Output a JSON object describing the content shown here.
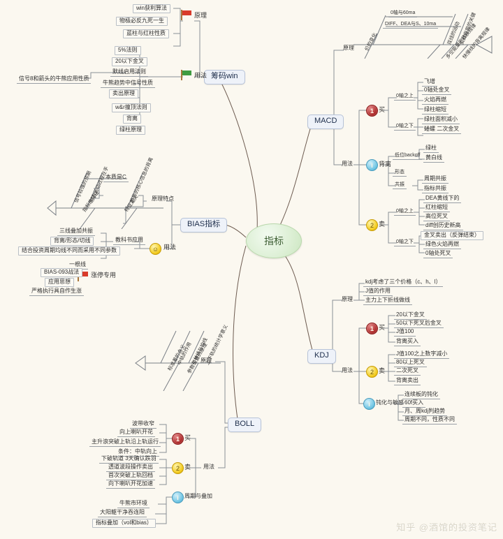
{
  "center": {
    "label": "指标"
  },
  "watermark": "知乎 @酒馆的投资笔记",
  "branches": {
    "chips_win": {
      "label": "筹码win",
      "principle_label": "原理",
      "usage_label": "用法",
      "principle_items": [
        "win获利算法",
        "物极必反九死一生",
        "蓝柱与红柱性质"
      ],
      "usage_items": [
        "5%法则",
        "20以下金叉",
        "默线启用法则",
        "卖出原理",
        "w&r撞顶法则",
        "背离",
        "绿柱原理"
      ],
      "usage_sub": [
        "牛熊趋势中信号性质",
        "信号8和箭头的牛熊应用性质"
      ]
    },
    "bias": {
      "label": "BIAS指标",
      "principle_label": "原理特点",
      "usage_label": "用法",
      "textbook_label": "教科书应用",
      "textbook_items": [
        "三线叠加共振",
        "背离/形态/切线",
        "结合投资周期均线不同而采用不同参数"
      ],
      "single_line": "一根线",
      "limitup_label": "涨停专用",
      "limitup_items": [
        "BIAS-093战法",
        "应用思想",
        "严格执行具自作生涨"
      ],
      "fishbone": {
        "upper": [
          "信号较强的预期",
          "形态运动过程在手",
          "趋势的核心信息的背离"
        ],
        "lower": [
          "指标的特征",
          "特征定义"
        ],
        "spine": "本质是C"
      }
    },
    "macd": {
      "label": "MACD",
      "principle_label": "原理",
      "usage_label": "用法",
      "fishbone": {
        "top_items": [
          "0轴与60ma",
          "DIFF、DEA与S、10ma"
        ],
        "upper_rot": [
          "双线的运动",
          "实战应用的关键"
        ],
        "lower_rot": [
          "价的变化",
          "多空能量的转换规律",
          "快慢线的背离规律"
        ]
      },
      "buy_label": "买",
      "buy_groups": [
        {
          "label": "0轴之上",
          "items": [
            "飞增",
            "0轴处金叉",
            "火焰再燃"
          ]
        },
        {
          "label": "0轴之下",
          "items": [
            "绿柱缩短",
            "绿柱面积减小",
            "蜷螺 二次金叉"
          ]
        }
      ],
      "divergence_label": "背离",
      "divergence_groups": [
        {
          "label": "低位backoff",
          "items": [
            "绿柱",
            "黄白线"
          ]
        },
        {
          "label": "形态",
          "items": []
        },
        {
          "label": "共振",
          "items": [
            "周期共振",
            "指标共振"
          ]
        }
      ],
      "sell_label": "卖",
      "sell_groups": [
        {
          "label": "0轴之上",
          "items": [
            "DEA黄线下的",
            "红柱缩短",
            "高位死叉",
            "diff创历史新高"
          ]
        },
        {
          "label": "0轴之下",
          "items": [
            "金叉卖出（反弹结束）",
            "绿色火焰再燃",
            "0轴处死叉"
          ]
        }
      ]
    },
    "kdj": {
      "label": "KDJ",
      "principle_label": "原理",
      "usage_label": "用法",
      "principle_items": [
        "kdj考虑了三个价格（c、h、l）",
        "J值的作用",
        "主力上下折线做线"
      ],
      "buy_label": "买",
      "buy_items": [
        "20以下金叉",
        "50以下死叉后金叉",
        "J值100",
        "背离买入"
      ],
      "sell_label": "卖",
      "sell_items": [
        "J值100之上数字减小",
        "80以上死叉",
        "二次死叉",
        "背离卖出"
      ],
      "passiv_label": "钝化与敏感",
      "passiv_items": [
        "连续板的钝化",
        "60f买入",
        "月、周kdj判趋势",
        "周期不同，性质不同"
      ]
    },
    "boll": {
      "label": "BOLL",
      "principle_label": "原理",
      "usage_label": "用法",
      "buy_label": "买",
      "buy_items": [
        "波带收窄",
        "向上喇叭开花",
        "主升浪突破上轨沿上轨运行",
        "条件：中轨向上"
      ],
      "sell_label": "卖",
      "sell_items": [
        "下破轨道 3天确认跌羽",
        "透道波段操作卖出",
        "首次突破上轨回档",
        "向下喇叭开花加速"
      ],
      "cycle_label": "周期与叠加",
      "cycle_items": [
        "牛熊市环境",
        "大阳躯干净吞连阳",
        "指标叠加（vol和bias）"
      ],
      "fishbone": {
        "upper": [
          "中轨的作用",
          "布林线与均线",
          "上下轨的统计学意义"
        ],
        "lower": [
          "标准差的含义",
          "参数设置的原理"
        ]
      }
    }
  },
  "colors": {
    "background": "#fbf8f0",
    "branch_box_fill": "#eef2f9",
    "branch_box_border": "#b7c3d8",
    "center_fill": "#dcefd4",
    "line": "#9aa0a6"
  }
}
